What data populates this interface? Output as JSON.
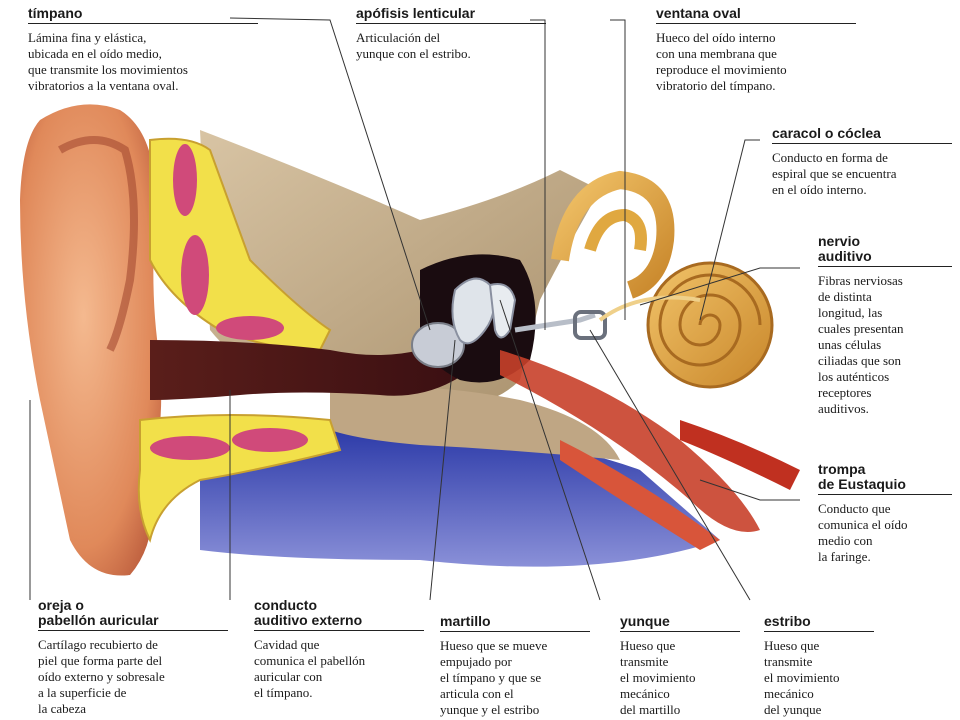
{
  "labels": {
    "timpano": {
      "title": "tímpano",
      "desc": "Lámina fina y elástica,\nubicada en el oído medio,\nque transmite los movimientos\nvibratorios a la ventana oval."
    },
    "apofisis": {
      "title": "apófisis lenticular",
      "desc": "Articulación del\nyunque con el estribo."
    },
    "ventana": {
      "title": "ventana oval",
      "desc": "Hueco del oído interno\ncon una membrana que\nreproduce el movimiento\nvibratorio del tímpano."
    },
    "caracol": {
      "title": "caracol o cóclea",
      "desc": "Conducto en forma de\nespiral que se encuentra\nen el oído interno."
    },
    "nervio": {
      "title": "nervio\nauditivo",
      "desc": "Fibras nerviosas\nde distinta\nlongitud, las\ncuales presentan\nunas células\nciliadas que son\nlos auténticos\nreceptores\nauditivos."
    },
    "trompa": {
      "title": "trompa\nde Eustaquio",
      "desc": "Conducto que\ncomunica el oído\nmedio con\nla faringe."
    },
    "oreja": {
      "title": "oreja o\npabellón auricular",
      "desc": "Cartílago recubierto de\npiel que forma parte del\noído externo y sobresale\na la superficie de\nla cabeza"
    },
    "conducto": {
      "title": "conducto\nauditivo externo",
      "desc": "Cavidad que\ncomunica el pabellón\nauricular con\nel tímpano."
    },
    "martillo": {
      "title": "martillo",
      "desc": "Hueso que se mueve\nempujado por\nel tímpano y que se\narticula con el\nyunque y el estribo"
    },
    "yunque": {
      "title": "yunque",
      "desc": "Hueso que\ntransmite\nel movimiento\nmecánico\ndel martillo"
    },
    "estribo": {
      "title": "estribo",
      "desc": "Hueso que\ntransmite\nel movimiento\nmecánico\ndel yunque"
    }
  }
}
